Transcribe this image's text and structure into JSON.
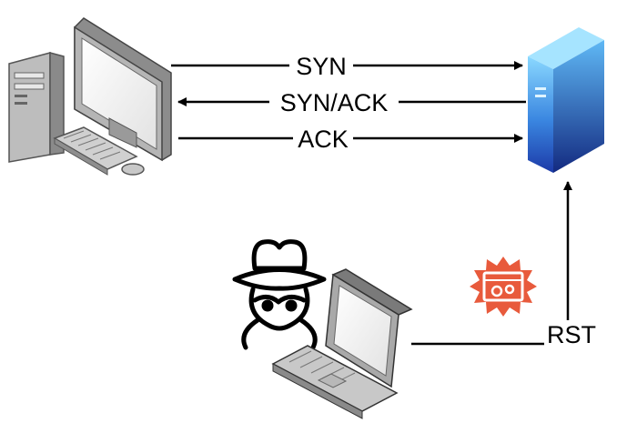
{
  "diagram": {
    "messages": [
      {
        "label": "SYN",
        "direction": "to-server"
      },
      {
        "label": "SYN/ACK",
        "direction": "to-client"
      },
      {
        "label": "ACK",
        "direction": "to-server"
      }
    ],
    "attack": {
      "label": "RST",
      "direction": "to-server"
    },
    "icons": {
      "client": "desktop-computer-icon",
      "server": "server-tower-icon",
      "attacker": "spy-hat-icon",
      "attacker_device": "laptop-icon",
      "malware": "malware-gear-burst-icon"
    },
    "colors": {
      "arrow": "#000000",
      "server_light": "#7fd0ff",
      "server_dark": "#1f3fa8",
      "malware": "#e85a3c",
      "computer": "#9e9e9e"
    }
  }
}
